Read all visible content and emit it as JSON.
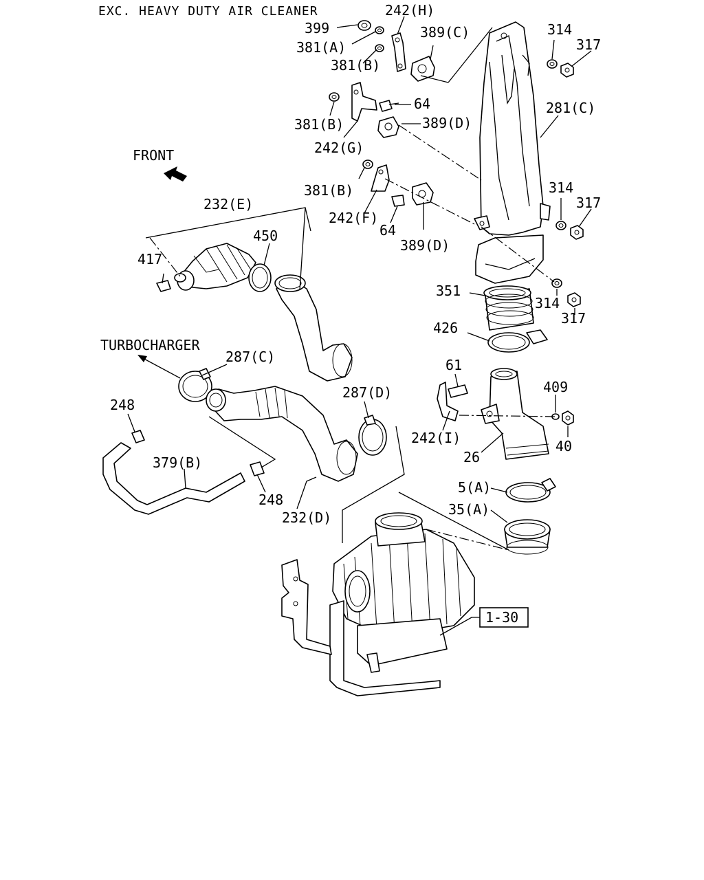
{
  "title": "EXC. HEAVY DUTY AIR CLEANER",
  "direction_labels": {
    "front": "FRONT",
    "turbocharger": "TURBOCHARGER"
  },
  "ref_box": "1-30",
  "callouts": [
    {
      "id": "c399",
      "text": "399"
    },
    {
      "id": "c242h",
      "text": "242(H)"
    },
    {
      "id": "c381a",
      "text": "381(A)"
    },
    {
      "id": "c381b1",
      "text": "381(B)"
    },
    {
      "id": "c389c",
      "text": "389(C)"
    },
    {
      "id": "c314a",
      "text": "314"
    },
    {
      "id": "c317a",
      "text": "317"
    },
    {
      "id": "c64a",
      "text": "64"
    },
    {
      "id": "c381b2",
      "text": "381(B)"
    },
    {
      "id": "c389d1",
      "text": "389(D)"
    },
    {
      "id": "c281c",
      "text": "281(C)"
    },
    {
      "id": "c242g",
      "text": "242(G)"
    },
    {
      "id": "c381b3",
      "text": "381(B)"
    },
    {
      "id": "c314b",
      "text": "314"
    },
    {
      "id": "c317b",
      "text": "317"
    },
    {
      "id": "c242f",
      "text": "242(F)"
    },
    {
      "id": "c64b",
      "text": "64"
    },
    {
      "id": "c389d2",
      "text": "389(D)"
    },
    {
      "id": "c232e",
      "text": "232(E)"
    },
    {
      "id": "c450",
      "text": "450"
    },
    {
      "id": "c417",
      "text": "417"
    },
    {
      "id": "c351",
      "text": "351"
    },
    {
      "id": "c314c",
      "text": "314"
    },
    {
      "id": "c317c",
      "text": "317"
    },
    {
      "id": "c426",
      "text": "426"
    },
    {
      "id": "c287c",
      "text": "287(C)"
    },
    {
      "id": "c61",
      "text": "61"
    },
    {
      "id": "c409",
      "text": "409"
    },
    {
      "id": "c287d",
      "text": "287(D)"
    },
    {
      "id": "c248a",
      "text": "248"
    },
    {
      "id": "c242i",
      "text": "242(I)"
    },
    {
      "id": "c40",
      "text": "40"
    },
    {
      "id": "c379b",
      "text": "379(B)"
    },
    {
      "id": "c26",
      "text": "26"
    },
    {
      "id": "c248b",
      "text": "248"
    },
    {
      "id": "c5a",
      "text": "5(A)"
    },
    {
      "id": "c35a",
      "text": "35(A)"
    },
    {
      "id": "c232d",
      "text": "232(D)"
    }
  ]
}
